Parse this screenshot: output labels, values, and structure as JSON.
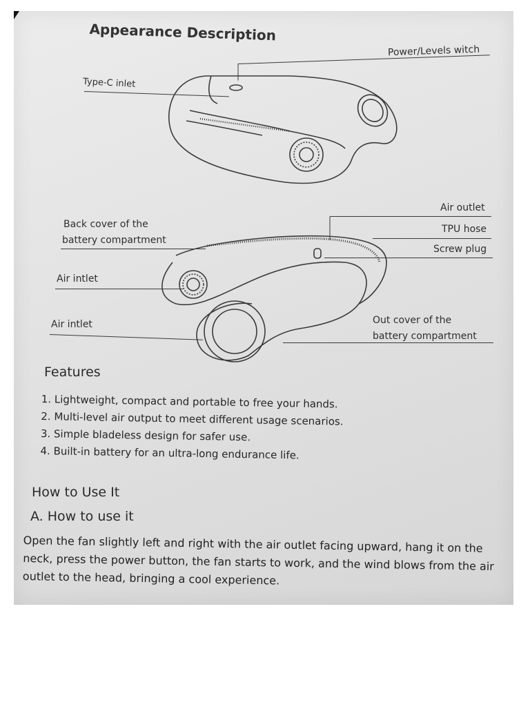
{
  "page": {
    "title": "Appearance Description",
    "labels": {
      "power_switch": "Power/Levels witch",
      "type_c": "Type-C inlet",
      "air_outlet": "Air outlet",
      "back_cover_1": "Back cover of the",
      "back_cover_2": "battery compartment",
      "tpu_hose": "TPU hose",
      "screw_plug": "Screw plug",
      "air_intlet_1": "Air intlet",
      "air_intlet_2": "Air intlet",
      "out_cover_1": "Out cover of the",
      "out_cover_2": "battery compartment"
    },
    "features": {
      "heading": "Features",
      "items": [
        "1. Lightweight, compact and portable to free your hands.",
        "2. Multi-level air output to meet different usage scenarios.",
        "3. Simple bladeless design for safer use.",
        "4. Built-in battery for an ultra-long endurance life."
      ]
    },
    "how_to_use": {
      "heading": "How to Use It",
      "subheading": "A. How to use it",
      "paragraph": "Open the fan slightly left and right with the air outlet facing upward, hang it on the neck, press the power button, the fan starts to work, and the wind blows from the air outlet to the head, bringing a cool experience."
    }
  }
}
